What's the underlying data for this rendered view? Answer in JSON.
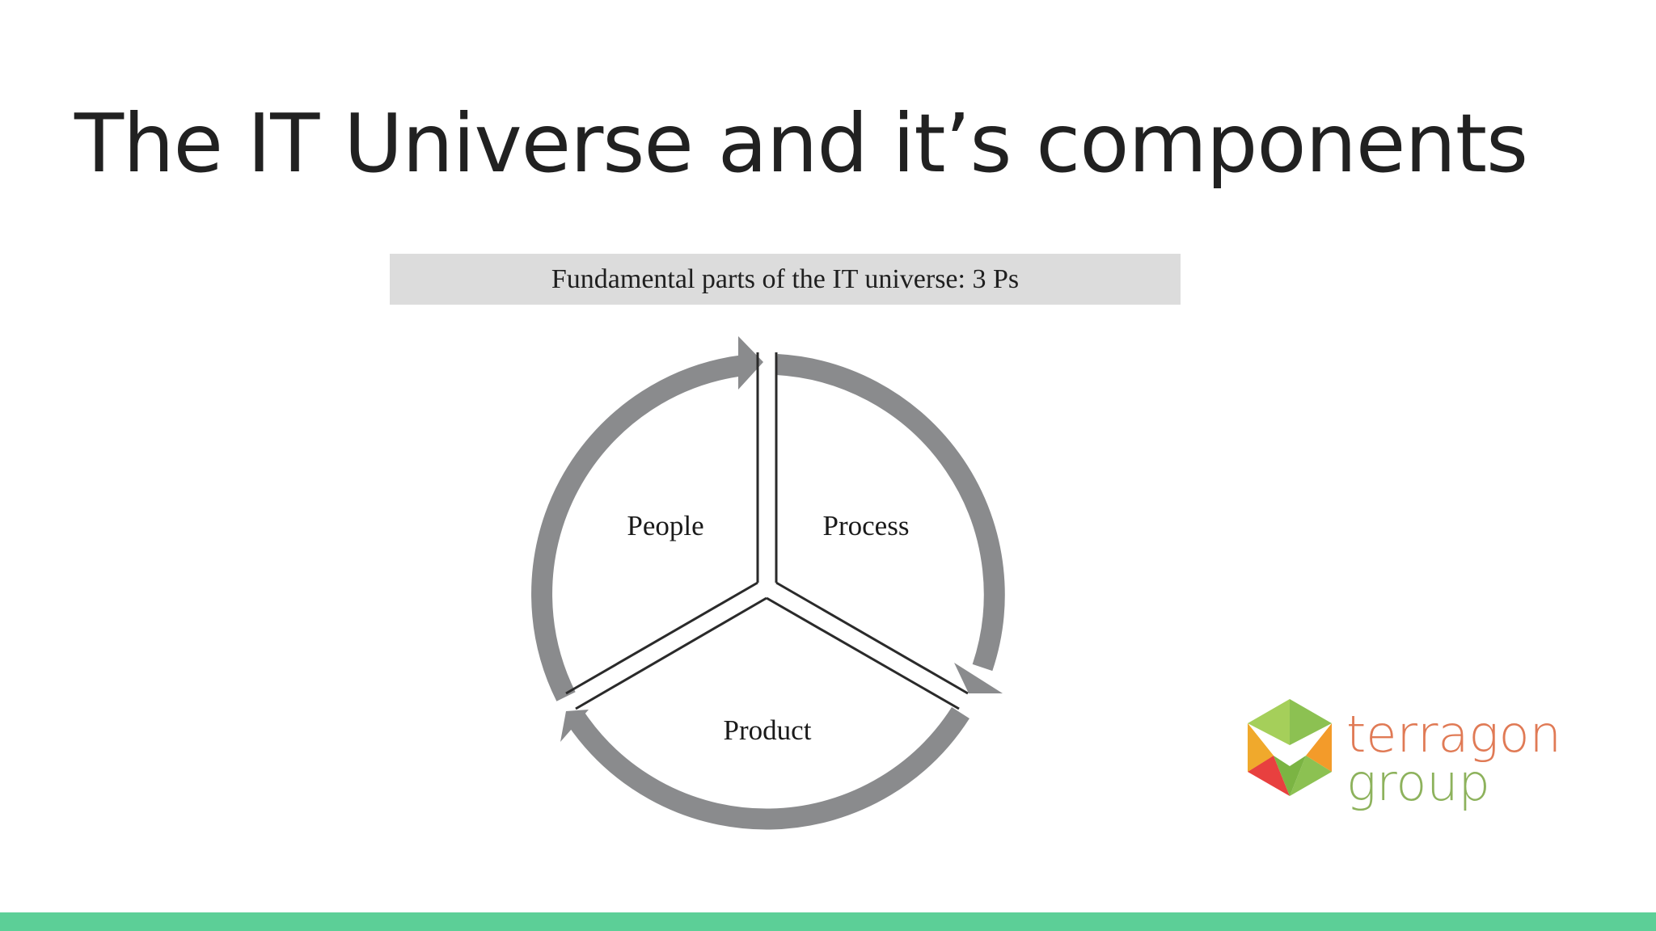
{
  "slide": {
    "title": "The IT Universe and it’s components"
  },
  "figure": {
    "caption": "Fundamental parts of the IT universe: 3 Ps",
    "segments": [
      {
        "label": "People"
      },
      {
        "label": "Process"
      },
      {
        "label": "Product"
      }
    ]
  },
  "logo": {
    "line1": "terragon",
    "line2": "group",
    "colors": {
      "line1": "#e07a55",
      "line2": "#8db25c"
    }
  },
  "theme": {
    "accent": "#5ccf97",
    "arrow": "#8a8b8d"
  }
}
